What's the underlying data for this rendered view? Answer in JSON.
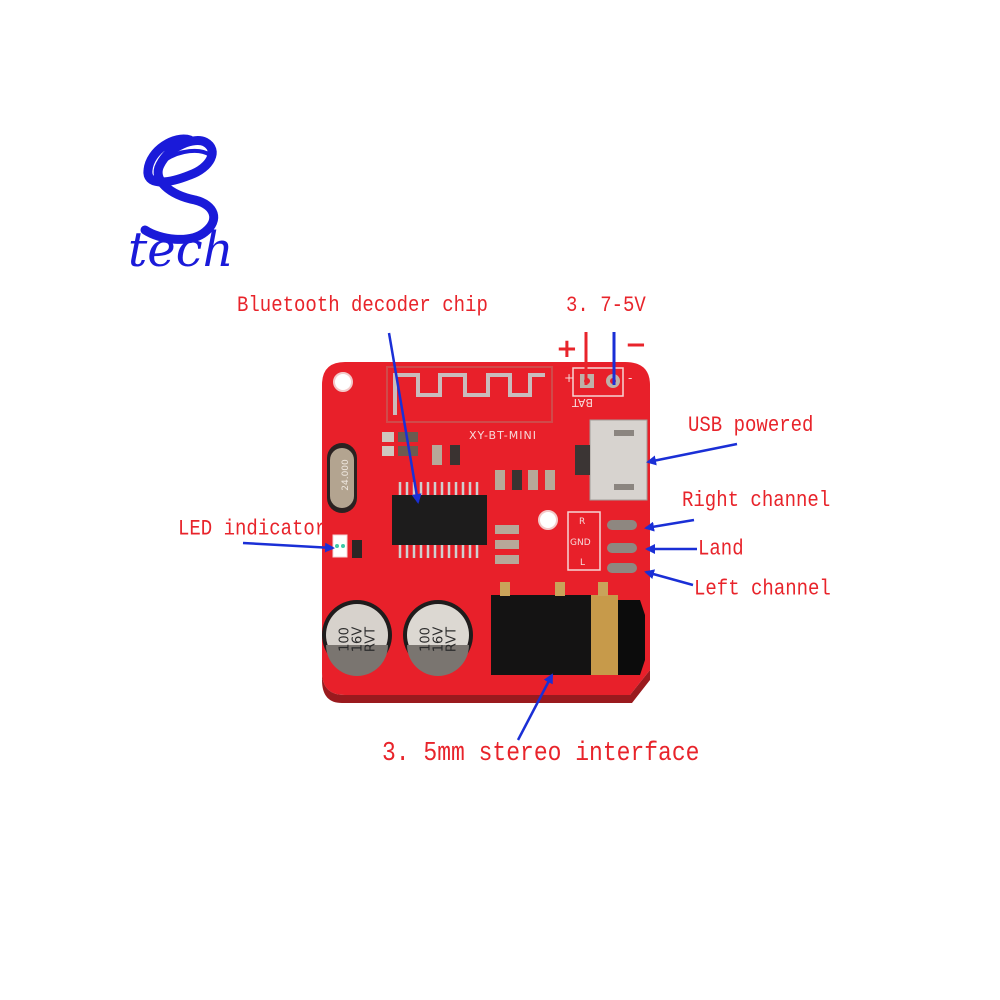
{
  "logo": {
    "mark": "g-swirl",
    "text": "tech",
    "color": "#1a1ad9"
  },
  "board": {
    "silkscreen_model": "XY-BT-MINI",
    "battery_label": "BAT",
    "plus": "+",
    "minus": "-",
    "crystal_marking": "24.000",
    "capacitors": [
      {
        "line1": "100",
        "line2": "16V",
        "line3": "RVT"
      },
      {
        "line1": "100",
        "line2": "16V",
        "line3": "RVT"
      }
    ],
    "pad_labels": [
      "R",
      "GND",
      "L"
    ],
    "pcb_color": "#e8202a"
  },
  "annotations": {
    "bluetooth_chip": "Bluetooth decoder chip",
    "voltage": "3.7-5V",
    "voltage_display": "3. 7-5V",
    "plus_sign": "+",
    "minus_sign": "−",
    "usb": "USB powered",
    "right_channel": "Right channel",
    "land": "Land",
    "left_channel": "Left channel",
    "led": "LED indicator",
    "stereo": "3.5mm stereo interface",
    "stereo_display": "3. 5mm stereo interface",
    "label_color": "#e8242b",
    "arrow_color": "#1a2fd6"
  }
}
